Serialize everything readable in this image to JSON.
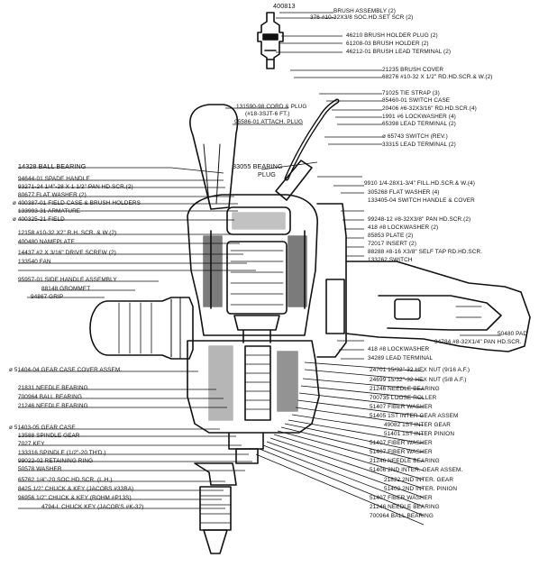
{
  "callouts": {
    "c400813": "400813",
    "brush_assembly": "BRUSH ASSEMBLY (2)",
    "c376": "376 #10-32X3/8 SOC.HD.SET SCR (2)",
    "c46210": "46210  BRUSH HOLDER PLUG (2)",
    "c61208": "61208-03 BRUSH HOLDER (2)",
    "c46212": "46212-01 BRUSH LEAD TERMINAL (2)",
    "c21235": "21235 BRUSH COVER",
    "c68276": "68276 #10-32 X 1/2\" RD.HD.SCR.& W.(2)",
    "c71025": "71025  TIE STRAP (3)",
    "c131590": "131590-98  CORD & PLUG",
    "c131590b": "(#18-3SJT-6 FT.)",
    "c95586": "95586-01 ATTACH. PLUG",
    "c85460": "85460-01 SWITCH CASE",
    "c20406": "20406 #6-32X3/16\" RD.HD.SCR.(4)",
    "c1991": "1991 #6 LOCKWASHER (4)",
    "c65398": "65398 LEAD TERMINAL (2)",
    "c65743": "ø 65743 SWITCH (REV.)",
    "c33315": "33315 LEAD TERMINAL (2)",
    "c33055": "33055 BEARING",
    "c33055b": "PLUG",
    "c14328": "14328   BALL BEARING",
    "c9910": "9910 1/4-28X1-3/4\" FILL.HD.SCR.& W.(4)",
    "c305268": "305268 FLAT WASHER (4)",
    "c133405": "133405-04 SWITCH HANDLE & COVER",
    "c94644": "94644-01 SPADE HANDLE",
    "c93271": "93271-24 1/4\"-28 X 1 1/2\" PAN HD.SCR.(2)",
    "c80677": "80677  FLAT WASHER (2)",
    "c400387": "ø 400387-01 FIELD CASE & BRUSH HOLDERS",
    "c133993": "133993-31 ARMATURE",
    "c400325": "ø 400325-21 FIELD",
    "c12158": "12158  #10-32 X2\" R.H. SCR. & W.(2)",
    "c400480": "400480 NAMEPLATE",
    "c14437": "14437  #2 X 3/16\" DRIVE SCREW (2)",
    "c133540": "133540  FAN",
    "c95957": "95957-01 SIDE HANDLE ASSEMBLY",
    "c88148": "88148  GROMMET",
    "c94867": "94867 GRIP",
    "c99248": "99248-12 #8-32X3/8\" PAN HD.SCR.(2)",
    "c418a": "418  #8 LOCKWASHER (2)",
    "c85853": "85853  PLATE (2)",
    "c72017": "72017  INSERT (2)",
    "c88288": "88288 #8-16 X3/8\" SELF TAP RD.HD.SCR.",
    "c133262": "133262 SWITCH",
    "c50480": "50480 PAD",
    "c94784": "94784 #8-32X1/4\" PAN HD.SCR.",
    "c418b": "418 #8 LOCKWASHER",
    "c34289": "34289 LEAD TERMINAL",
    "c51404": "ø 51404-04 GEAR CASE COVER ASSEM.",
    "c24701": "24701   15/32\"-32 HEX NUT (9/16 A.F.)",
    "c24699": "24699   15/32\"-32 HEX NUT (5/8 A.F.)",
    "c21831": "21831    NEEDLE BEARING",
    "c700964a": "700964 BALL BEARING",
    "c21246a": "21246   NEEDLE BEARING",
    "c21246b": "21246   NEEDLE BEARING",
    "c700735": "700735 LOOSE ROLLER",
    "c51407a": "51407   FIBER WASHER",
    "c51405": "51405  1ST INTER GEAR ASSEM",
    "c49082": "49082  1ST INTER GEAR",
    "c51401": "51401  1ST INTER PINION",
    "c51403": "ø 51403-05 GEAR CASE",
    "c51407b": "51407   FIBER WASHER",
    "c51407c": "51407   FIBER WASHER",
    "c13588": "13588   SPINDLE GEAR",
    "c7027": "7027     KEY",
    "c133316": "133316  SPINDLE (1/2\"-20 TH'D.)",
    "c99022": "99022-02 RETAINING RING",
    "c50578": "50578  WASHER",
    "c21246c": "21246   NEEDLE BEARING",
    "c51406": "51406  2ND INTER. GEAR ASSEM.",
    "c65762": "65762  1/4\"-20 SOC.HD.SCR. (L.H.)",
    "c21822": "21822  2ND INTER. GEAR",
    "c8425": "8425   1/2\" CHUCK & KEY (JACOBS #33BA)",
    "c51402": "51402  2ND INTER. PINION",
    "c96956": "96956  1/2\" CHUCK & KEY (ROHM #P13S)",
    "c51407d": "51407   FIBER WASHER",
    "c4794": "4794-L  CHUCK KEY (JACOB'S #K-32)",
    "c21246d": "21246   NEEDLE BEARING",
    "c700964b": "700964 BALL BEARING"
  }
}
